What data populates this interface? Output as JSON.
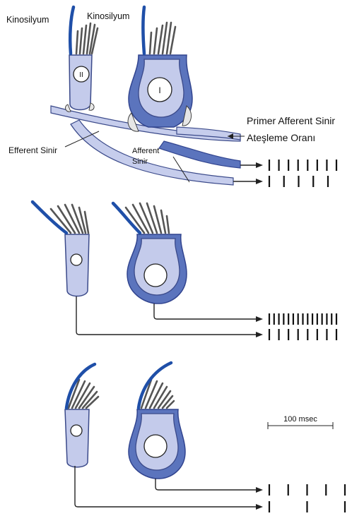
{
  "labels": {
    "kinocilium_left": "Kinosilyum",
    "kinocilium_right": "Kinosilyum",
    "primary_afferent_line1": "Primer Afferent Sinir",
    "primary_afferent_line2": "Ateşleme Oranı",
    "efferent_nerve": "Efferent Sinir",
    "afferent_line1": "Afferent",
    "afferent_line2": "Sinir",
    "cell_type_I": "I",
    "cell_type_II": "II",
    "time_scale": "100 msec"
  },
  "spike_trains": [
    {
      "state": "resting",
      "cell": "I",
      "spike_count": 8
    },
    {
      "state": "resting",
      "cell": "II",
      "spike_count": 5
    },
    {
      "state": "toward-kinocilium",
      "cell": "I",
      "spike_count": 15
    },
    {
      "state": "toward-kinocilium",
      "cell": "II",
      "spike_count": 8
    },
    {
      "state": "away-from-kinocilium",
      "cell": "I",
      "spike_count": 5
    },
    {
      "state": "away-from-kinocilium",
      "cell": "II",
      "spike_count": 3
    }
  ],
  "colors": {
    "kinocilium": "#1f4fa8",
    "type_I_cell": "#5b74bd",
    "type_II_cell": "#c4cbeb",
    "stereocilia": "#555555"
  }
}
